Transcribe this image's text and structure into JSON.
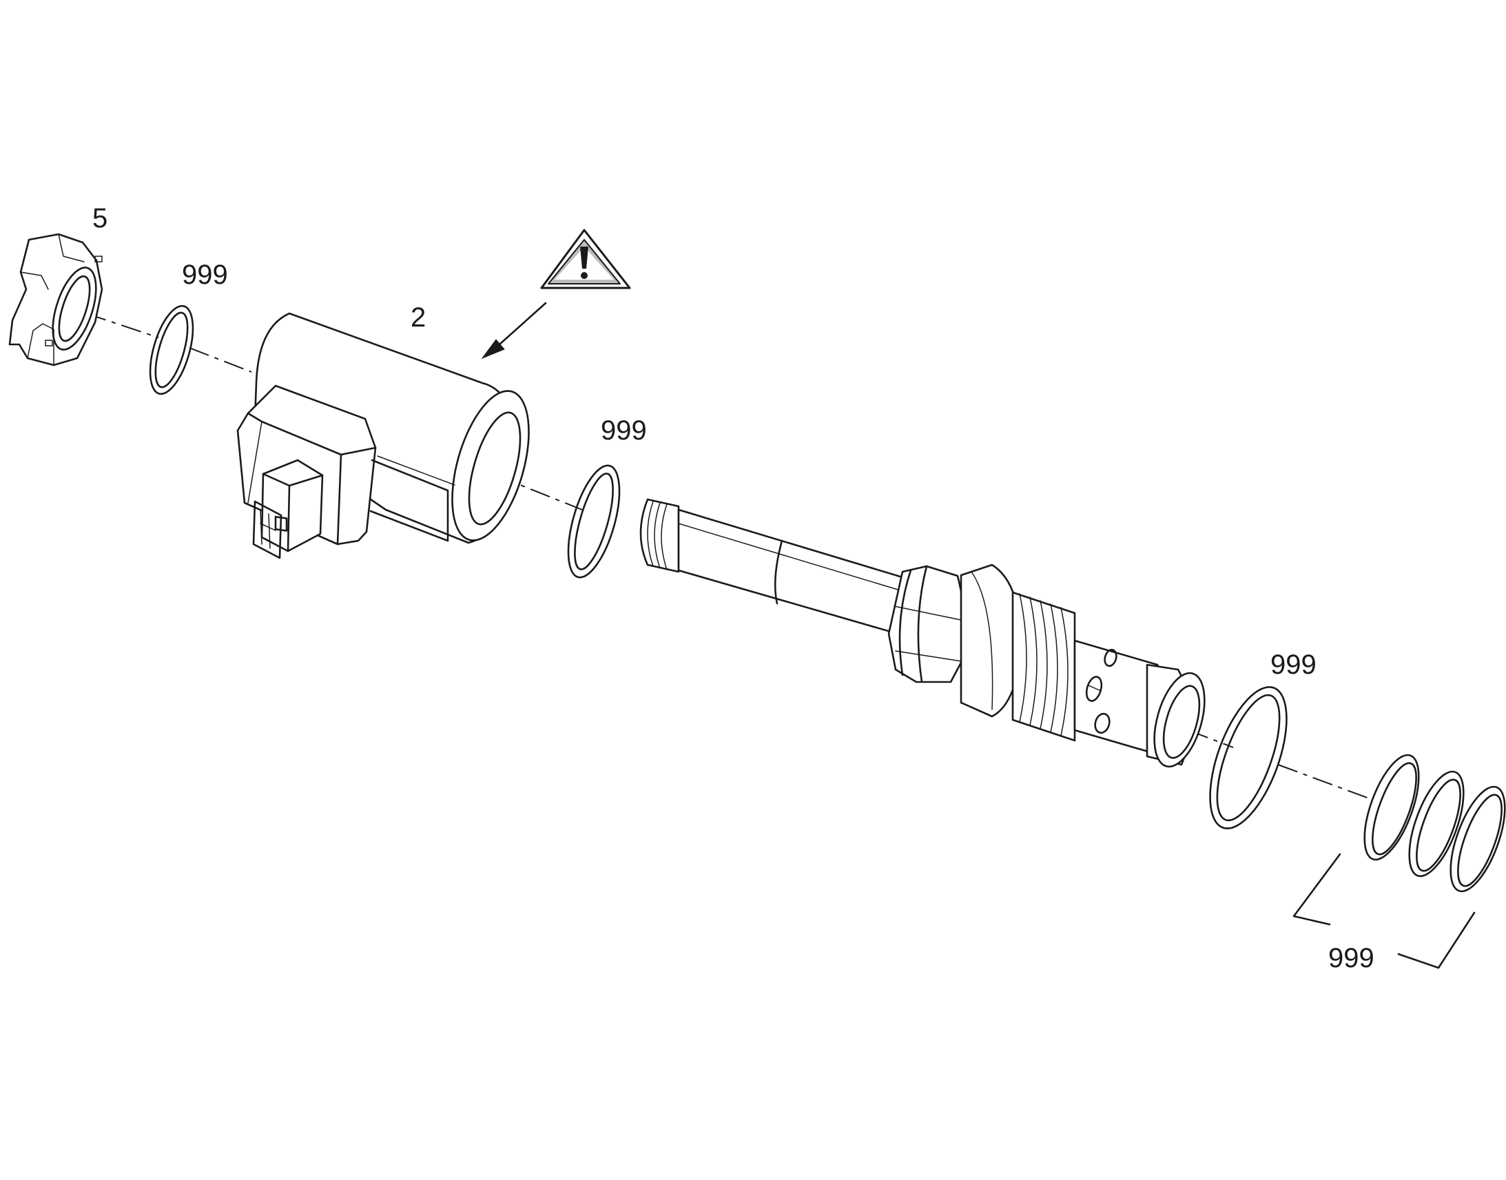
{
  "callouts": {
    "nut": "5",
    "seal_nut": "999",
    "coil": "2",
    "seal_coil": "999",
    "seal_body": "999",
    "seal_kit": "999"
  },
  "icons": {
    "warning": "warning-triangle-icon"
  },
  "colors": {
    "line": "#1a1a1a",
    "background": "#ffffff"
  }
}
